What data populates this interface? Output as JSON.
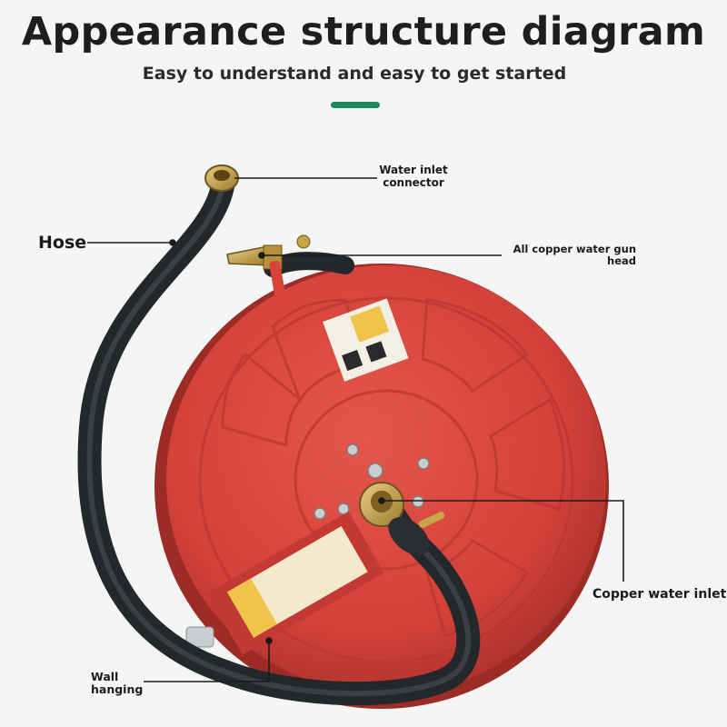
{
  "header": {
    "title": "Appearance structure diagram",
    "subtitle": "Easy to understand and easy to get started"
  },
  "labels": {
    "water_inlet_connector": "Water inlet\nconnector",
    "hose": "Hose",
    "copper_water_gun_head": "All copper water gun\nhead",
    "copper_water_inlet": "Copper water inlet",
    "wall_hanging": "Wall\nhanging"
  },
  "colors": {
    "accent": "#1a8a5a",
    "reel_red": "#d8433a",
    "hose_black": "#2b2e30",
    "brass": "#c9a54a"
  },
  "icons": {
    "product": "fire-hose-reel-photo"
  }
}
